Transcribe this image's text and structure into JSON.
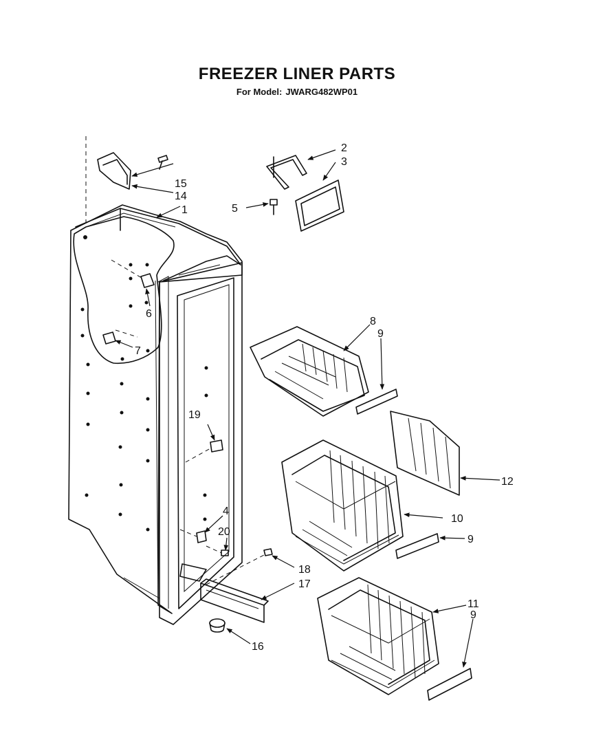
{
  "header": {
    "title": "FREEZER LINER PARTS",
    "model_label": "For Model:",
    "model_number": "JWARG482WP01"
  },
  "callouts": {
    "c1": "1",
    "c2": "2",
    "c3": "3",
    "c4": "4",
    "c5": "5",
    "c6": "6",
    "c7": "7",
    "c8": "8",
    "c9a": "9",
    "c9b": "9",
    "c9c": "9",
    "c10": "10",
    "c11": "11",
    "c12": "12",
    "c14": "14",
    "c15": "15",
    "c16": "16",
    "c17": "17",
    "c18": "18",
    "c19": "19",
    "c20": "20"
  }
}
